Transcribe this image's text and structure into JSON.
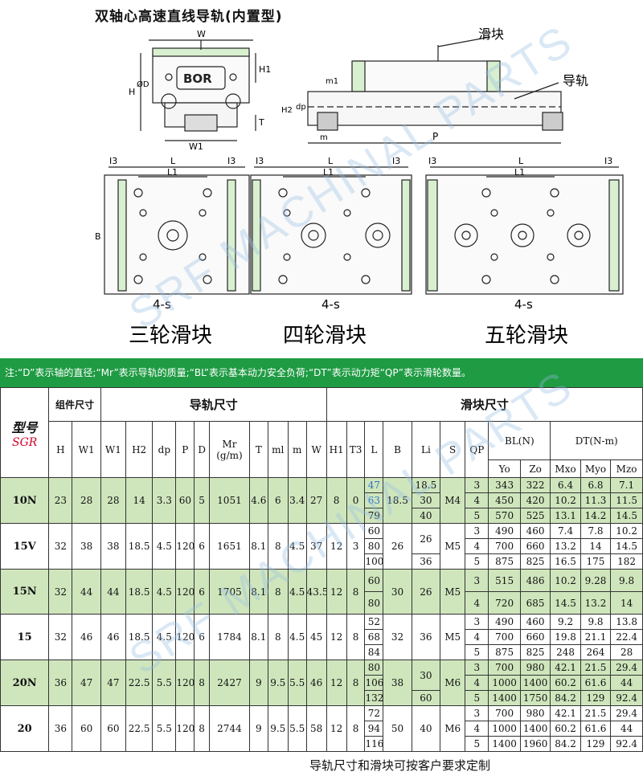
{
  "title": "双轴心高速直线导轨(内置型)",
  "drawing": {
    "callout_slider": "滑块",
    "callout_rail": "导轨",
    "logo_text": "BOR",
    "dim_W": "W",
    "dim_W1": "W1",
    "dim_H": "H",
    "dim_H1": "H1",
    "dim_T": "T",
    "dim_D": "ØD",
    "dim_m1": "m1",
    "dim_H2": "H2",
    "dim_dp": "dp",
    "dim_m": "m",
    "dim_P": "P",
    "dim_I3": "I3",
    "dim_L": "L",
    "dim_L1": "L1",
    "dim_B": "B",
    "dim_4s": "4-s",
    "cap_three": "三轮滑块",
    "cap_four": "四轮滑块",
    "cap_five": "五轮滑块"
  },
  "watermark": "SRF MACHINAL PARTS",
  "note": "注:“D”表示轴的直径;“Mr”表示导轨的质量;“BL”表示基本动力安全负荷;“DT”表示动力矩“QP”表示滑轮数量。",
  "table": {
    "h_model": "型号",
    "h_sgr": "SGR",
    "h_assembly": "组件尺寸",
    "h_rail": "导轨尺寸",
    "h_slider": "滑块尺寸",
    "h_BL": "BL(N)",
    "h_DT": "DT(N-m)",
    "cols": [
      "H",
      "W1",
      "W1",
      "H2",
      "dp",
      "P",
      "D",
      "Mr (g/m)",
      "T",
      "ml",
      "m",
      "W",
      "H1",
      "T3",
      "L",
      "B",
      "Li",
      "S",
      "QP"
    ],
    "sub": [
      "Yo",
      "Zo",
      "Mxo",
      "Myo",
      "Mzo"
    ],
    "groups": [
      {
        "name": "10N",
        "green": true,
        "H": "23",
        "W1a": "28",
        "W1": "28",
        "H2": "14",
        "dp": "3.3",
        "P": "60",
        "D": "5",
        "Mr": "1051",
        "T": "4.6",
        "ml": "6",
        "m": "3.4",
        "W": "27",
        "H1": "8",
        "T3": "0",
        "B": "18.5",
        "S": "M4",
        "rows": [
          {
            "L": "47",
            "Li": "18.5",
            "QP": "3",
            "Yo": "343",
            "Zo": "322",
            "Mxo": "6.4",
            "Myo": "6.8",
            "Mzo": "7.1"
          },
          {
            "L": "63",
            "Li": "30",
            "QP": "4",
            "Yo": "450",
            "Zo": "420",
            "Mxo": "10.2",
            "Myo": "11.3",
            "Mzo": "11.5"
          },
          {
            "L": "79",
            "Li": "40",
            "QP": "5",
            "Yo": "570",
            "Zo": "525",
            "Mxo": "13.1",
            "Myo": "14.2",
            "Mzo": "14.5"
          }
        ]
      },
      {
        "name": "15V",
        "green": false,
        "H": "32",
        "W1a": "38",
        "W1": "38",
        "H2": "18.5",
        "dp": "4.5",
        "P": "120",
        "D": "6",
        "Mr": "1651",
        "T": "8.1",
        "ml": "8",
        "m": "4.5",
        "W": "37",
        "H1": "12",
        "T3": "3",
        "B": "26",
        "S": "M5",
        "rows": [
          {
            "L": "60",
            "Li": "26",
            "QP": "3",
            "Yo": "490",
            "Zo": "460",
            "Mxo": "7.4",
            "Myo": "7.8",
            "Mzo": "10.2"
          },
          {
            "L": "80",
            "Li": "",
            "QP": "4",
            "Yo": "700",
            "Zo": "660",
            "Mxo": "13.2",
            "Myo": "14",
            "Mzo": "14.5"
          },
          {
            "L": "100",
            "Li": "36",
            "QP": "5",
            "Yo": "875",
            "Zo": "825",
            "Mxo": "16.5",
            "Myo": "175",
            "Mzo": "182"
          }
        ]
      },
      {
        "name": "15N",
        "green": true,
        "H": "32",
        "W1a": "44",
        "W1": "44",
        "H2": "18.5",
        "dp": "4.5",
        "P": "120",
        "D": "6",
        "Mr": "1705",
        "T": "8.1",
        "ml": "8",
        "m": "4.5",
        "W": "43.5",
        "H1": "12",
        "T3": "8",
        "B": "30",
        "S": "M5",
        "rows": [
          {
            "L": "60",
            "Li": "26",
            "QP": "3",
            "Yo": "515",
            "Zo": "486",
            "Mxo": "10.2",
            "Myo": "9.28",
            "Mzo": "9.8"
          },
          {
            "L": "80",
            "Li": "",
            "QP": "4",
            "Yo": "720",
            "Zo": "685",
            "Mxo": "14.5",
            "Myo": "13.2",
            "Mzo": "14"
          }
        ]
      },
      {
        "name": "15",
        "green": false,
        "H": "32",
        "W1a": "46",
        "W1": "46",
        "H2": "18.5",
        "dp": "4.5",
        "P": "120",
        "D": "6",
        "Mr": "1784",
        "T": "8.1",
        "ml": "8",
        "m": "4.5",
        "W": "45",
        "H1": "12",
        "T3": "8",
        "B": "32",
        "S": "M5",
        "rows": [
          {
            "L": "52",
            "Li": "36",
            "QP": "3",
            "Yo": "490",
            "Zo": "460",
            "Mxo": "9.2",
            "Myo": "9.8",
            "Mzo": "13.8"
          },
          {
            "L": "68",
            "Li": "",
            "QP": "4",
            "Yo": "700",
            "Zo": "660",
            "Mxo": "19.8",
            "Myo": "21.1",
            "Mzo": "22.4"
          },
          {
            "L": "84",
            "Li": "",
            "QP": "5",
            "Yo": "875",
            "Zo": "825",
            "Mxo": "248",
            "Myo": "264",
            "Mzo": "28"
          }
        ]
      },
      {
        "name": "20N",
        "green": true,
        "H": "36",
        "W1a": "47",
        "W1": "47",
        "H2": "22.5",
        "dp": "5.5",
        "P": "120",
        "D": "8",
        "Mr": "2427",
        "T": "9",
        "ml": "9.5",
        "m": "5.5",
        "W": "46",
        "H1": "12",
        "T3": "8",
        "B": "38",
        "S": "M6",
        "rows": [
          {
            "L": "80",
            "Li": "30",
            "QP": "3",
            "Yo": "700",
            "Zo": "980",
            "Mxo": "42.1",
            "Myo": "21.5",
            "Mzo": "29.4"
          },
          {
            "L": "106",
            "Li": "",
            "QP": "4",
            "Yo": "1000",
            "Zo": "1400",
            "Mxo": "60.2",
            "Myo": "61.6",
            "Mzo": "44"
          },
          {
            "L": "132",
            "Li": "60",
            "QP": "5",
            "Yo": "1400",
            "Zo": "1750",
            "Mxo": "84.2",
            "Myo": "129",
            "Mzo": "92.4"
          }
        ]
      },
      {
        "name": "20",
        "green": false,
        "H": "36",
        "W1a": "60",
        "W1": "60",
        "H2": "22.5",
        "dp": "5.5",
        "P": "120",
        "D": "8",
        "Mr": "2744",
        "T": "9",
        "ml": "9.5",
        "m": "5.5",
        "W": "58",
        "H1": "12",
        "T3": "8",
        "B": "50",
        "S": "M6",
        "rows": [
          {
            "L": "72",
            "Li": "40",
            "QP": "3",
            "Yo": "700",
            "Zo": "980",
            "Mxo": "42.1",
            "Myo": "21.5",
            "Mzo": "29.4"
          },
          {
            "L": "94",
            "Li": "",
            "QP": "4",
            "Yo": "1000",
            "Zo": "1400",
            "Mxo": "60.2",
            "Myo": "61.6",
            "Mzo": "44"
          },
          {
            "L": "116",
            "Li": "",
            "QP": "5",
            "Yo": "1400",
            "Zo": "1960",
            "Mxo": "84.2",
            "Myo": "129",
            "Mzo": "92.4"
          }
        ]
      }
    ]
  },
  "footer": "导轨尺寸和滑块可按客户要求定制"
}
